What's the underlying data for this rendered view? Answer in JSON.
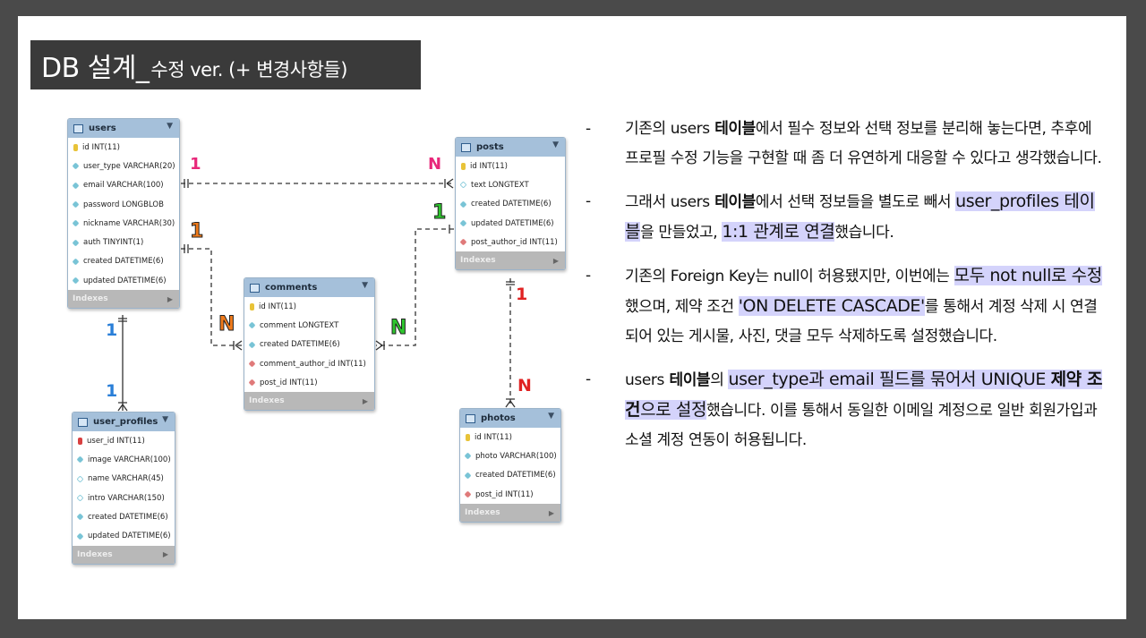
{
  "title": {
    "main": "DB 설계_",
    "sub": "수정 ver. (+ 변경사항들)"
  },
  "footer_label": "Indexes",
  "tables": {
    "users": {
      "name": "users",
      "columns": [
        {
          "text": "id INT(11)",
          "key": "pk"
        },
        {
          "text": "user_type VARCHAR(20)",
          "key": "col"
        },
        {
          "text": "email VARCHAR(100)",
          "key": "col"
        },
        {
          "text": "password LONGBLOB",
          "key": "col"
        },
        {
          "text": "nickname VARCHAR(30)",
          "key": "col"
        },
        {
          "text": "auth TINYINT(1)",
          "key": "col"
        },
        {
          "text": "created DATETIME(6)",
          "key": "col"
        },
        {
          "text": "updated DATETIME(6)",
          "key": "col"
        }
      ]
    },
    "posts": {
      "name": "posts",
      "columns": [
        {
          "text": "id INT(11)",
          "key": "pk"
        },
        {
          "text": "text LONGTEXT",
          "key": "null"
        },
        {
          "text": "created DATETIME(6)",
          "key": "col"
        },
        {
          "text": "updated DATETIME(6)",
          "key": "col"
        },
        {
          "text": "post_author_id INT(11)",
          "key": "fk"
        }
      ]
    },
    "comments": {
      "name": "comments",
      "columns": [
        {
          "text": "id INT(11)",
          "key": "pk"
        },
        {
          "text": "comment LONGTEXT",
          "key": "col"
        },
        {
          "text": "created DATETIME(6)",
          "key": "col"
        },
        {
          "text": "comment_author_id INT(11)",
          "key": "fk"
        },
        {
          "text": "post_id INT(11)",
          "key": "fk"
        }
      ]
    },
    "user_profiles": {
      "name": "user_profiles",
      "columns": [
        {
          "text": "user_id INT(11)",
          "key": "pkfk"
        },
        {
          "text": "image VARCHAR(100)",
          "key": "col"
        },
        {
          "text": "name VARCHAR(45)",
          "key": "null"
        },
        {
          "text": "intro VARCHAR(150)",
          "key": "null"
        },
        {
          "text": "created DATETIME(6)",
          "key": "col"
        },
        {
          "text": "updated DATETIME(6)",
          "key": "col"
        }
      ]
    },
    "photos": {
      "name": "photos",
      "columns": [
        {
          "text": "id INT(11)",
          "key": "pk"
        },
        {
          "text": "photo VARCHAR(100)",
          "key": "col"
        },
        {
          "text": "created DATETIME(6)",
          "key": "col"
        },
        {
          "text": "post_id INT(11)",
          "key": "fk"
        }
      ]
    }
  },
  "cardinality": {
    "users_posts_one": "1",
    "users_posts_many": "N",
    "users_comments_one": "1",
    "users_comments_many": "N",
    "posts_comments_one": "1",
    "posts_comments_many": "N",
    "posts_photos_one": "1",
    "posts_photos_many": "N",
    "users_profiles_one": "1",
    "users_profiles_other": "1"
  },
  "colors": {
    "pink": "#e8287a",
    "orange": "#f07a1a",
    "green": "#2dc62d",
    "blue": "#2a7fd8",
    "red": "#e02222",
    "highlight": "#d4d3fb"
  },
  "notes": {
    "bullet": "-",
    "n1": {
      "p1": "기존의 ",
      "p2": "users",
      "p3": " 테이블",
      "p4": "에서 필수 정보와 선택 정보를 분리해 놓는다면, 추후에 프로필 수정 기능을 구현할 때 좀 더 유연하게 대응할 수 있다고 생각했습니다."
    },
    "n2": {
      "p1": "그래서 ",
      "p2": "users",
      "p3": " 테이블",
      "p4": "에서 선택 정보들을 별도로 빼서 ",
      "p5": "user_profiles 테이블",
      "p6": "을 만들었고, ",
      "p7": "1:1 관계로 연결",
      "p8": "했습니다."
    },
    "n3": {
      "p1": "기존의 Foreign Key는 null이 허용됐지만, 이번에는 ",
      "p2": "모두 not null로 수정",
      "p3": "했으며, 제약 조건 ",
      "p4": "'ON DELETE CASCADE'",
      "p5": "를 통해서 계정 삭제 시 연결되어 있는 게시물, 사진, 댓글 모두 삭제하도록 설정했습니다."
    },
    "n4": {
      "p1": "users",
      "p2": " 테이블",
      "p3": "의 ",
      "p4": "user_type과 email 필드를 묶어서 UNIQUE ",
      "p5": "제약 조건",
      "p6": "으로 설정",
      "p7": "했습니다. 이를 통해서 동일한 이메일 계정으로 일반 회원가입과 소셜 계정 연동이 허용됩니다."
    }
  }
}
